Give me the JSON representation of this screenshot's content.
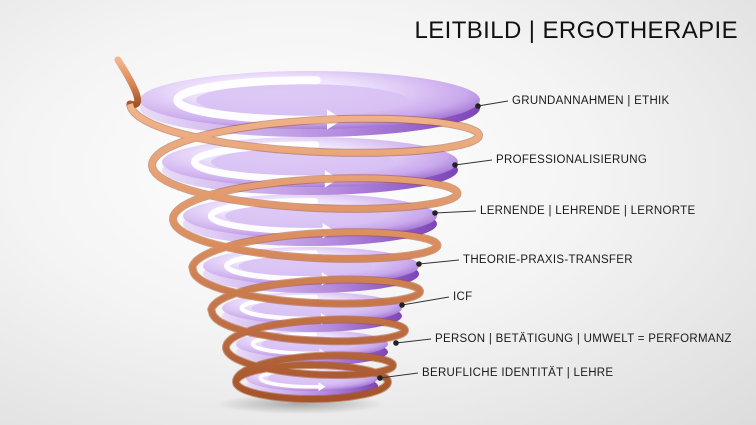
{
  "title": "LEITBILD | ERGOTHERAPIE",
  "levels": [
    {
      "label": "GRUNDANNAHMEN | ETHIK"
    },
    {
      "label": "PROFESSIONALISIERUNG"
    },
    {
      "label": "LERNENDE | LEHRENDE | LERNORTE"
    },
    {
      "label": "THEORIE-PRAXIS-TRANSFER"
    },
    {
      "label": "ICF"
    },
    {
      "label": "PERSON | BETÄTIGUNG | UMWELT = PERFORMANZ"
    },
    {
      "label": "BERUFLICHE IDENTITÄT | LEHRE"
    }
  ],
  "colors": {
    "disc_light": "#ece0fb",
    "disc_mid": "#c9a8ec",
    "disc_dark": "#8a55c2",
    "ribbon": "#d98a5a",
    "ribbon_dark": "#a4532a",
    "connector": "#333333"
  }
}
